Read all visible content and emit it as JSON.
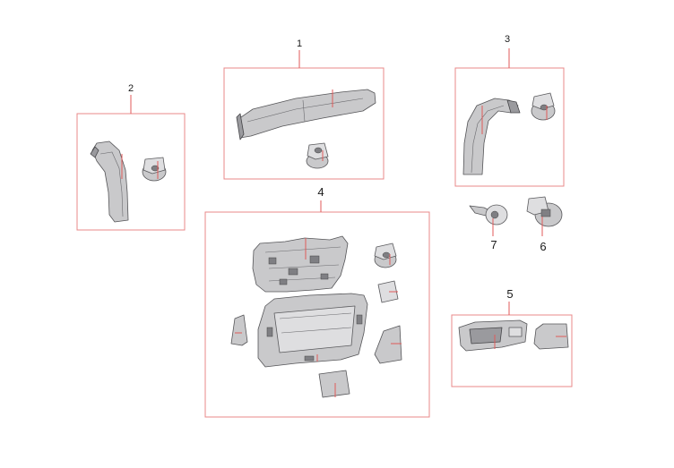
{
  "diagram": {
    "callouts": [
      {
        "id": "1",
        "label": "1"
      },
      {
        "id": "2",
        "label": "2"
      },
      {
        "id": "3",
        "label": "3"
      },
      {
        "id": "4",
        "label": "4"
      },
      {
        "id": "5",
        "label": "5"
      },
      {
        "id": "6",
        "label": "6"
      },
      {
        "id": "7",
        "label": "7"
      }
    ],
    "colors": {
      "frame": "#e8888a",
      "leader": "#e05a5a",
      "part_fill": "#c9c9cb",
      "part_outline": "#555558"
    },
    "parts": [
      {
        "callout": "1",
        "icons": [
          "upper-trim-bar-icon",
          "push-clip-icon"
        ]
      },
      {
        "callout": "2",
        "icons": [
          "left-pillar-trim-icon",
          "push-clip-icon"
        ]
      },
      {
        "callout": "3",
        "icons": [
          "right-pillar-trim-icon",
          "push-clip-icon"
        ]
      },
      {
        "callout": "4",
        "icons": [
          "upper-tailgate-panel-icon",
          "lower-tailgate-panel-icon",
          "left-side-cover-icon",
          "right-side-cover-icon",
          "small-pad-icon",
          "lower-cover-icon",
          "push-clip-icon"
        ]
      },
      {
        "callout": "5",
        "icons": [
          "handle-bezel-icon",
          "handle-cap-icon"
        ]
      },
      {
        "callout": "6",
        "icons": [
          "square-clip-icon"
        ]
      },
      {
        "callout": "7",
        "icons": [
          "pin-rivet-icon"
        ]
      }
    ]
  }
}
